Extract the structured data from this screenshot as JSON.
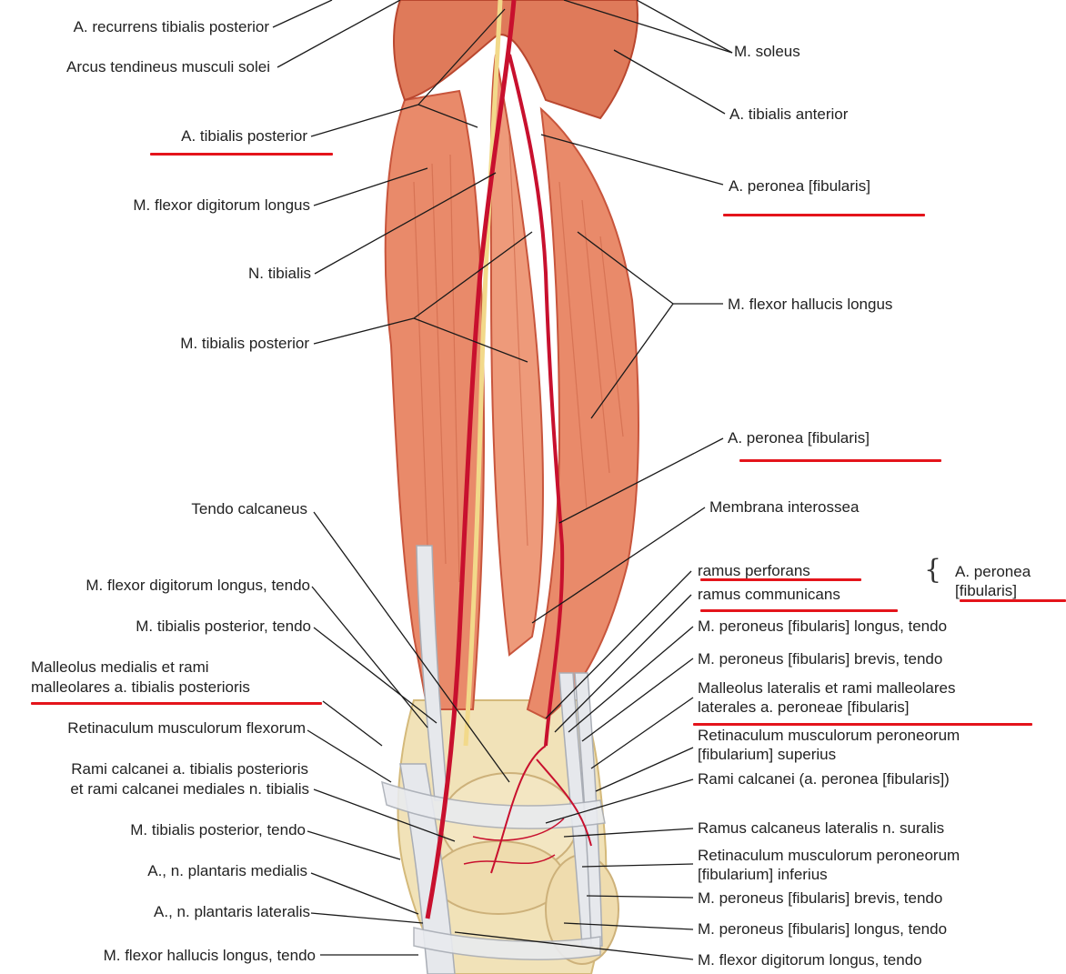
{
  "colors": {
    "muscle": "#e98a6a",
    "muscle_dark": "#c8553c",
    "tendon": "#e6e8ec",
    "artery": "#c8102e",
    "nerve": "#f2d98a",
    "bone": "#f1e2b8",
    "leader": "#1a1a1a",
    "underline": "#e4141b"
  },
  "labels": {
    "left": [
      {
        "id": "a-recurrens-tibialis-posterior",
        "text": "A. recurrens tibialis posterior"
      },
      {
        "id": "arcus-tendineus-musculi-solei",
        "text": "Arcus tendineus musculi solei"
      },
      {
        "id": "a-tibialis-posterior",
        "text": "A. tibialis posterior",
        "highlighted": true
      },
      {
        "id": "m-flexor-digitorum-longus",
        "text": "M. flexor digitorum longus"
      },
      {
        "id": "n-tibialis",
        "text": "N. tibialis"
      },
      {
        "id": "m-tibialis-posterior",
        "text": "M. tibialis posterior"
      },
      {
        "id": "tendo-calcaneus",
        "text": "Tendo calcaneus"
      },
      {
        "id": "m-flexor-digitorum-longus-tendo",
        "text": "M. flexor digitorum longus, tendo"
      },
      {
        "id": "m-tibialis-posterior-tendo-1",
        "text": "M. tibialis posterior, tendo"
      },
      {
        "id": "malleolus-medialis-1",
        "text": "Malleolus medialis et rami"
      },
      {
        "id": "malleolus-medialis-2",
        "text": "malleolares a. tibialis posterioris",
        "highlighted": true
      },
      {
        "id": "retinaculum-musculorum-flexorum",
        "text": "Retinaculum musculorum flexorum"
      },
      {
        "id": "rami-calcanei-1",
        "text": "Rami calcanei a. tibialis posterioris"
      },
      {
        "id": "rami-calcanei-2",
        "text": "et rami calcanei mediales n. tibialis"
      },
      {
        "id": "m-tibialis-posterior-tendo-2",
        "text": "M. tibialis posterior, tendo"
      },
      {
        "id": "a-n-plantaris-medialis",
        "text": "A., n. plantaris medialis"
      },
      {
        "id": "a-n-plantaris-lateralis",
        "text": "A., n. plantaris lateralis"
      },
      {
        "id": "m-flexor-hallucis-longus-tendo",
        "text": "M. flexor hallucis longus, tendo"
      }
    ],
    "right": [
      {
        "id": "m-soleus",
        "text": "M. soleus"
      },
      {
        "id": "a-tibialis-anterior",
        "text": "A. tibialis anterior"
      },
      {
        "id": "a-peronea-1",
        "text": "A. peronea [fibularis]",
        "highlighted": true
      },
      {
        "id": "m-flexor-hallucis-longus",
        "text": "M. flexor hallucis longus"
      },
      {
        "id": "a-peronea-2",
        "text": "A. peronea [fibularis]",
        "highlighted": true
      },
      {
        "id": "membrana-interossea",
        "text": "Membrana interossea"
      },
      {
        "id": "ramus-perforans",
        "text": "ramus perforans",
        "highlighted": true
      },
      {
        "id": "ramus-communicans",
        "text": "ramus communicans",
        "highlighted": true
      },
      {
        "id": "a-peronea-group-1",
        "text": "A. peronea"
      },
      {
        "id": "a-peronea-group-2",
        "text": "[fibularis]",
        "highlighted": true
      },
      {
        "id": "m-peroneus-longus-tendo-1",
        "text": "M. peroneus [fibularis] longus, tendo"
      },
      {
        "id": "m-peroneus-brevis-tendo-1",
        "text": "M. peroneus [fibularis] brevis, tendo"
      },
      {
        "id": "malleolus-lateralis-1",
        "text": "Malleolus lateralis et rami malleolares"
      },
      {
        "id": "malleolus-lateralis-2",
        "text": "laterales a. peroneae [fibularis]",
        "highlighted": true
      },
      {
        "id": "retinaculum-peroneorum-superius-1",
        "text": "Retinaculum musculorum peroneorum"
      },
      {
        "id": "retinaculum-peroneorum-superius-2",
        "text": "[fibularium] superius"
      },
      {
        "id": "rami-calcanei-peronea",
        "text": "Rami calcanei (a. peronea [fibularis])"
      },
      {
        "id": "ramus-calcaneus-lateralis",
        "text": "Ramus calcaneus lateralis n. suralis"
      },
      {
        "id": "retinaculum-peroneorum-inferius-1",
        "text": "Retinaculum musculorum peroneorum"
      },
      {
        "id": "retinaculum-peroneorum-inferius-2",
        "text": "[fibularium] inferius"
      },
      {
        "id": "m-peroneus-brevis-tendo-2",
        "text": "M. peroneus [fibularis] brevis, tendo"
      },
      {
        "id": "m-peroneus-longus-tendo-2",
        "text": "M. peroneus [fibularis] longus, tendo"
      },
      {
        "id": "m-flexor-digitorum-longus-tendo-2",
        "text": "M. flexor digitorum longus, tendo"
      }
    ]
  }
}
